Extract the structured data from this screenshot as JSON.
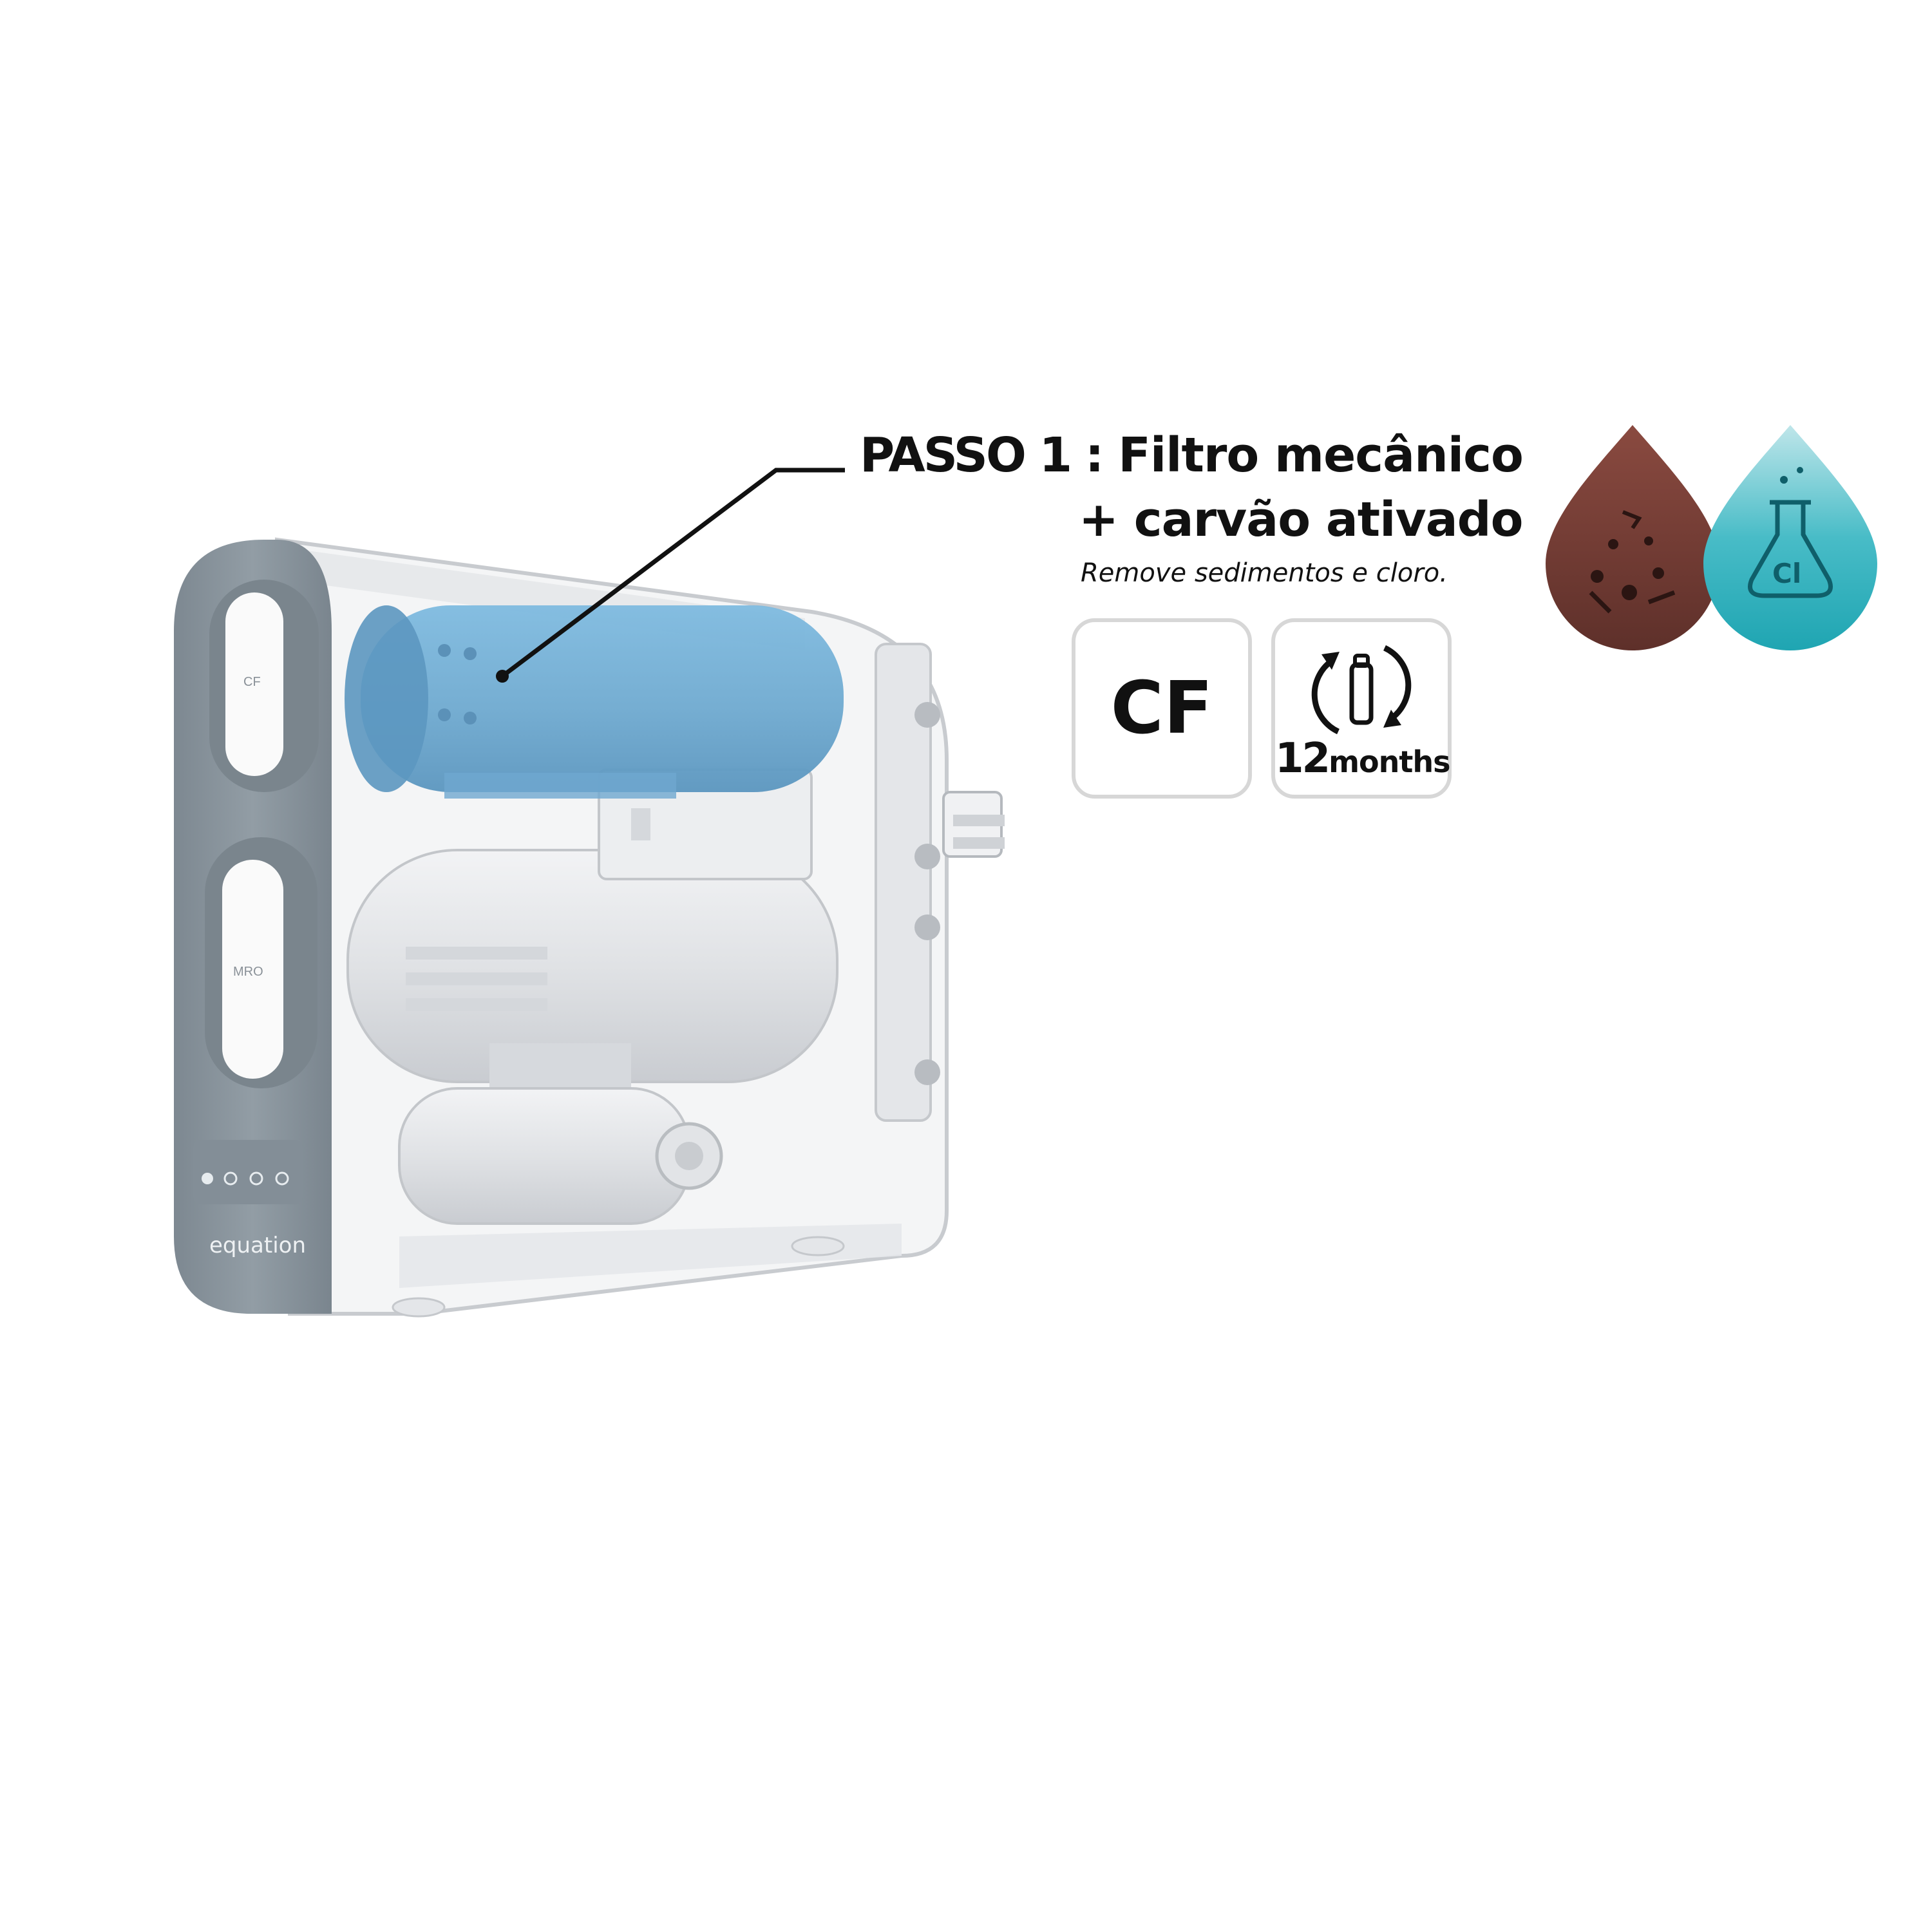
{
  "callout": {
    "step": "PASSO 1 :",
    "title_line1": "Filtro mecânico",
    "title_line2": "+ carvão ativado",
    "description": "Remove sedimentos e cloro."
  },
  "badges": {
    "filter_code": "CF",
    "interval_number": "12",
    "interval_unit": "months"
  },
  "device": {
    "brand": "equation",
    "cartridge_labels": [
      "CF",
      "MRO"
    ]
  },
  "droplets": {
    "chlorine_symbol": "Cl"
  },
  "colors": {
    "highlight_filter": "#7eb9dc",
    "sediment_drop": "#6e3a33",
    "chlorine_drop": "#2fb3bf",
    "panel_gray": "#8c979f",
    "badge_border": "#d7d7d7"
  }
}
